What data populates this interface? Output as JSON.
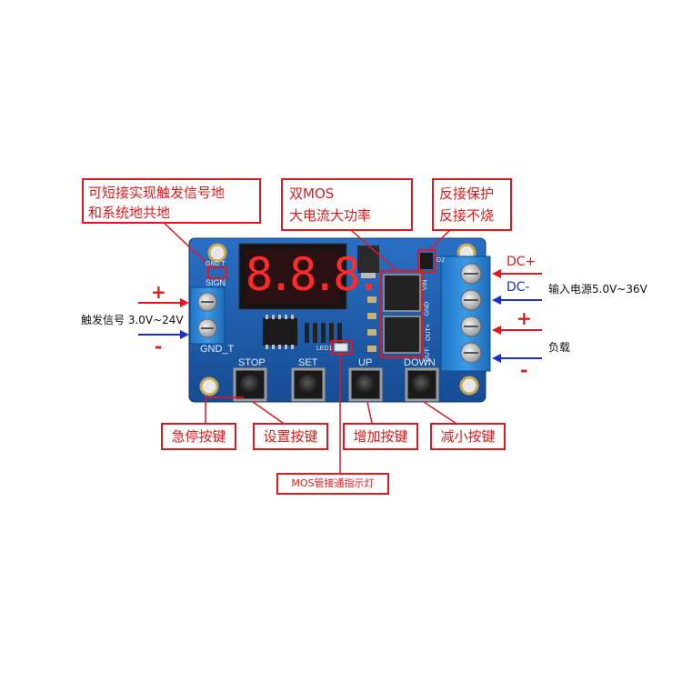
{
  "callouts": {
    "ground_shorting": [
      "可短接实现触发信号地",
      "和系统地共地"
    ],
    "dual_mos": [
      "双MOS",
      "大电流大功率"
    ],
    "reverse_protect": [
      "反接保护",
      "反接不烧"
    ],
    "stop_button": "急停按键",
    "set_button": "设置按键",
    "up_button": "增加按键",
    "down_button": "减小按键",
    "mos_led": "MOS管接通指示灯"
  },
  "left_side": {
    "plus": "+",
    "minus": "-",
    "trigger_signal": "触发信号 3.0V~24V"
  },
  "right_side": {
    "dc_plus": "DC+",
    "dc_minus": "DC-",
    "input_power": "输入电源5.0V~36V",
    "plus": "+",
    "minus": "-",
    "load": "负载"
  },
  "board": {
    "display_digits": "8.8.8.",
    "silk_stop": "STOP",
    "silk_set": "SET",
    "silk_up": "UP",
    "silk_down": "DOWN",
    "silk_gnd_t": "GND_T",
    "silk_sign": "SIGN",
    "silk_gnd_t_small": "GND T",
    "silk_led": "LED1",
    "silk_d2": "D2",
    "silk_terminals": [
      "VIN",
      "GND",
      "OUT+",
      "OUT-"
    ]
  },
  "colors": {
    "annotation_red": "#e0191e",
    "arrow_blue": "#1a2fd0",
    "pcb_blue": "#1d5fb0",
    "terminal_blue": "#2a86d8"
  }
}
